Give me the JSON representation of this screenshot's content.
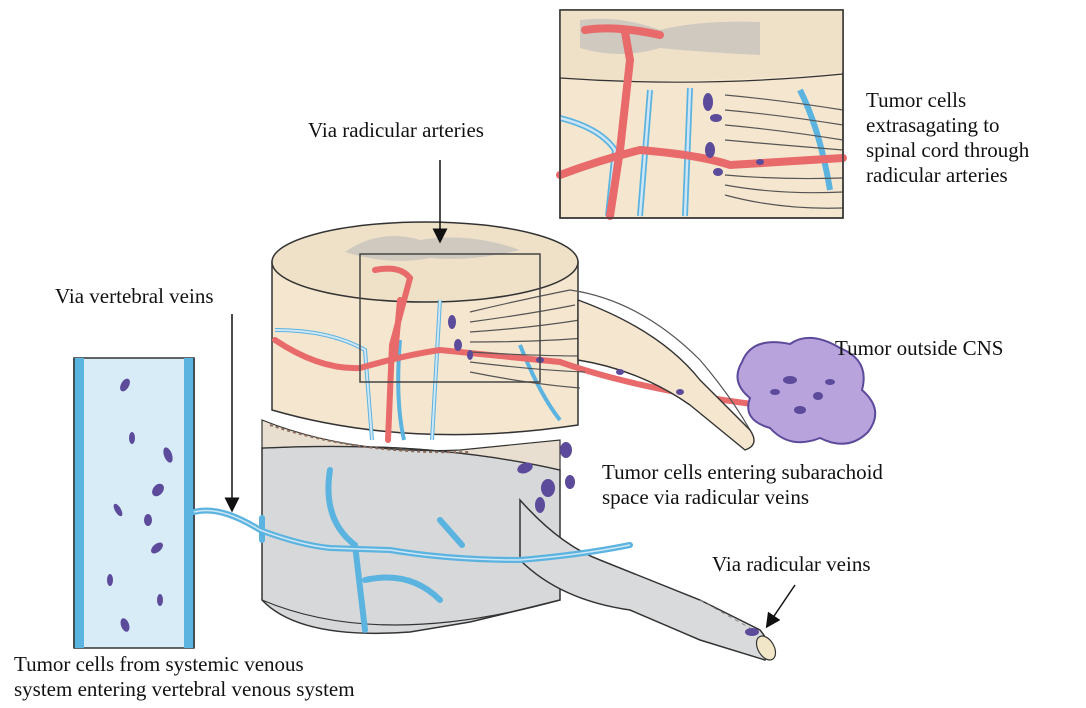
{
  "labels": {
    "via_radicular_arteries": "Via radicular arteries",
    "inset_caption": [
      "Tumor cells",
      "extrasagating to",
      "spinal cord through",
      "radicular arteries"
    ],
    "via_vertebral_veins": "Via vertebral veins",
    "tumor_outside_cns": "Tumor outside CNS",
    "subarachnoid_caption": [
      "Tumor cells entering subarachoid",
      "space via radicular veins"
    ],
    "via_radicular_veins": "Via radicular veins",
    "systemic_caption": [
      "Tumor cells from systemic venous",
      "system entering vertebral venous system"
    ]
  },
  "colors": {
    "artery": "#e86a6a",
    "vein": "#5bb3e0",
    "vein_light": "#cfe6f5",
    "cord": "#f5e6cf",
    "grey_matter": "#cfc9c0",
    "dura": "#d6d8da",
    "tumor": "#b8a3dc",
    "tumor_cell": "#5c4a9a",
    "outline": "#333333"
  }
}
